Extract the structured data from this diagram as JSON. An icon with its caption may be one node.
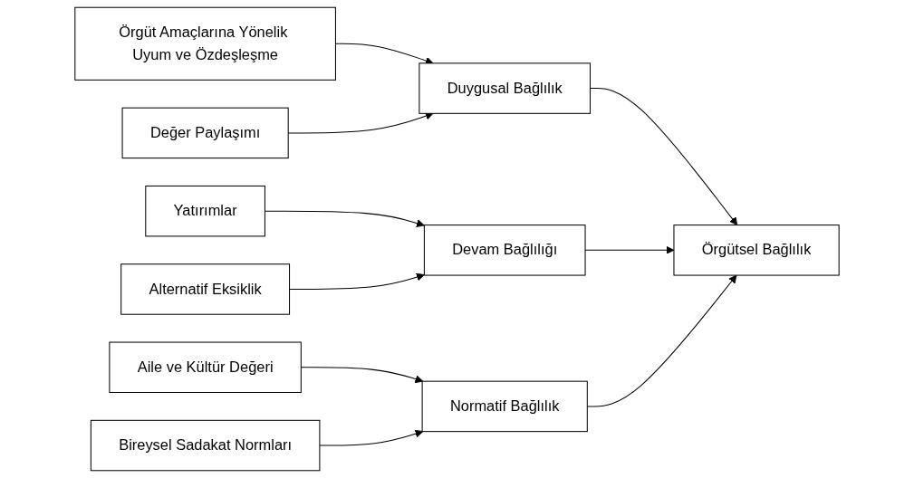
{
  "diagram": {
    "nodes": [
      {
        "text": [
          "Örgüt Amaçlarına Yönelik Uyum ve Özdeşleşme"
        ]
      },
      {
        "text": [
          "Değer Paylaşımı"
        ]
      },
      {
        "text": [
          "Duygusal Bağlılık"
        ]
      },
      {
        "text": [
          "Yatırımlar"
        ]
      },
      {
        "text": [
          "Alternatif Eksiklik"
        ]
      },
      {
        "text": [
          "Devam Bağlılığı"
        ]
      },
      {
        "text": [
          "Örgütsel Bağlılık"
        ]
      },
      {
        "text": [
          "Aile ve Kültür Değeri"
        ]
      },
      {
        "text": [
          "Bireysel Sadakat Normları"
        ]
      },
      {
        "text": [
          "Normatif Bağlılık"
        ]
      }
    ],
    "edges": [
      {
        "from": 0,
        "to": 2,
        "arrow": "to"
      },
      {
        "from": 1,
        "to": 2,
        "arrow": "to"
      },
      {
        "from": 3,
        "to": 5,
        "arrow": "to"
      },
      {
        "from": 4,
        "to": 5,
        "arrow": "to"
      },
      {
        "from": 7,
        "to": 9,
        "arrow": "to"
      },
      {
        "from": 8,
        "to": 9,
        "arrow": "to"
      },
      {
        "from": 2,
        "to": 6,
        "arrow": "to"
      },
      {
        "from": 5,
        "to": 6,
        "arrow": "to"
      },
      {
        "from": 9,
        "to": 6,
        "arrow": "to"
      }
    ]
  }
}
